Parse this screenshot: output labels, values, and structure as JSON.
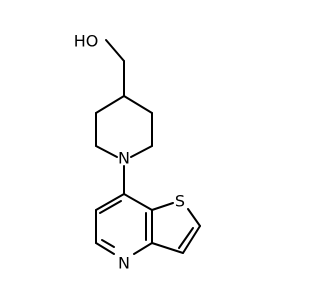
{
  "molecule": {
    "name": "",
    "atoms": {
      "hydroxyl": {
        "label": "HO",
        "element": "O"
      },
      "ring_nitrogen_piperidine": {
        "label": "N",
        "element": "N"
      },
      "ring_sulfur": {
        "label": "S",
        "element": "S"
      },
      "ring_nitrogen_pyridine": {
        "label": "N",
        "element": "N"
      }
    },
    "bond_color": "#000000",
    "background": "#ffffff"
  }
}
